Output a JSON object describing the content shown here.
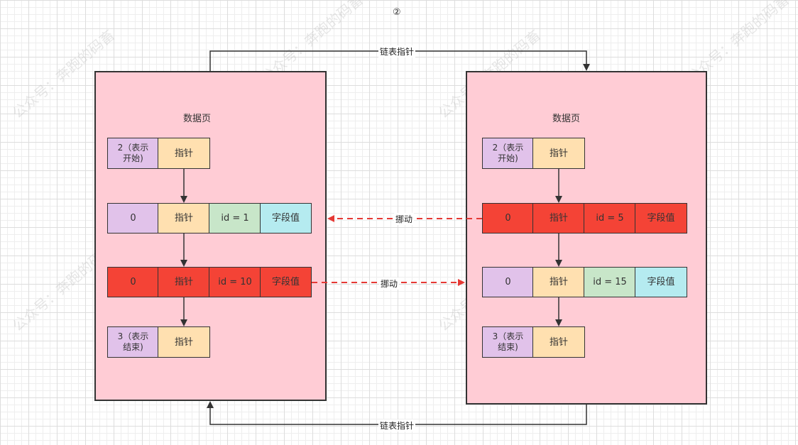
{
  "diagram_number": "②",
  "watermark": "公众号：奔跑的码畜",
  "link_label_top": "链表指针",
  "link_label_bottom": "链表指针",
  "move_label_1": "挪动",
  "move_label_2": "挪动",
  "left_page": {
    "title": "数据页",
    "start": {
      "label": "2（表示\n开始)",
      "ptr": "指针"
    },
    "rec1": {
      "num": "0",
      "ptr": "指针",
      "id": "id = 1",
      "val": "字段值"
    },
    "rec2": {
      "num": "0",
      "ptr": "指针",
      "id": "id = 10",
      "val": "字段值"
    },
    "end": {
      "label": "3（表示\n结束)",
      "ptr": "指针"
    }
  },
  "right_page": {
    "title": "数据页",
    "start": {
      "label": "2（表示\n开始)",
      "ptr": "指针"
    },
    "rec1": {
      "num": "0",
      "ptr": "指针",
      "id": "id = 5",
      "val": "字段值"
    },
    "rec2": {
      "num": "0",
      "ptr": "指针",
      "id": "id = 15",
      "val": "字段值"
    },
    "end": {
      "label": "3（表示\n结束)",
      "ptr": "指针"
    }
  },
  "colors": {
    "page_fill": "#ffccd5",
    "header_fill": "#e1c2ea",
    "pointer_fill": "#ffe0b0",
    "id_fill": "#c8e6c9",
    "value_fill": "#b5ebf0",
    "moved_fill": "#f44336",
    "move_arrow": "#e53935"
  }
}
